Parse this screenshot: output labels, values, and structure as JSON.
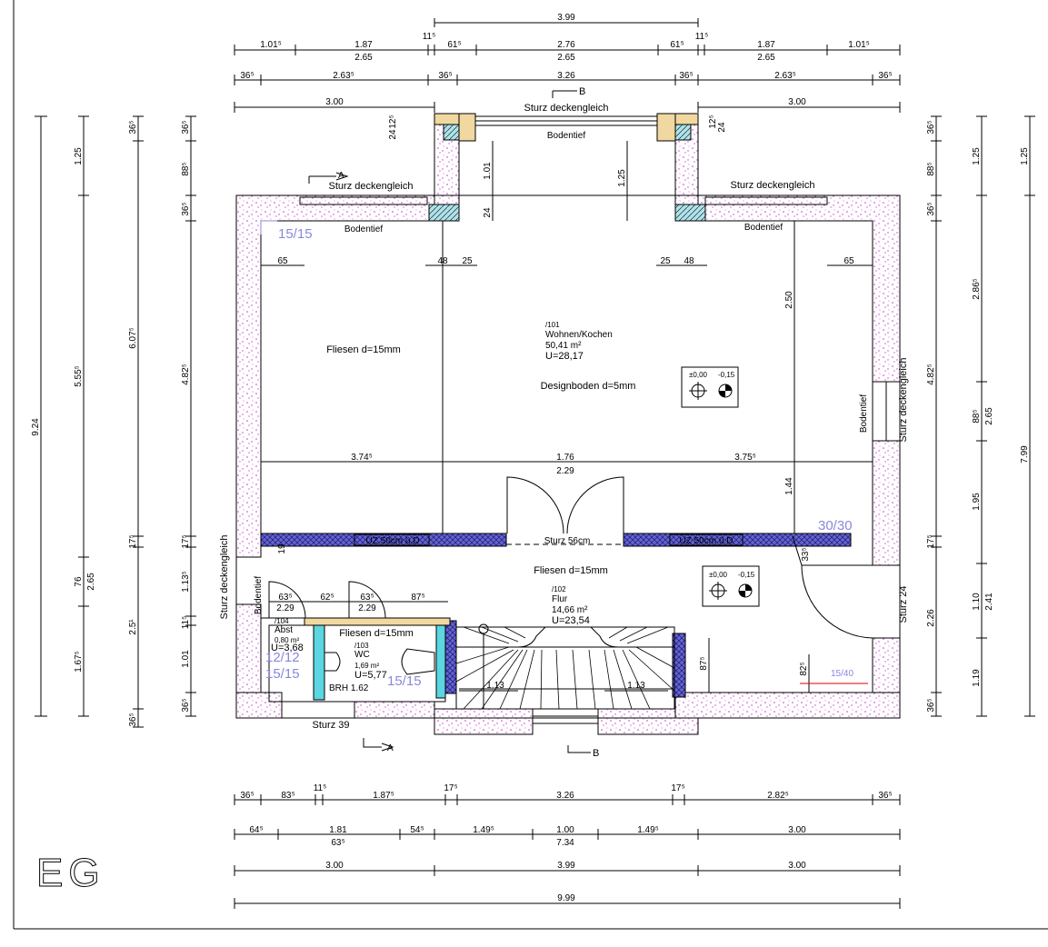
{
  "floor_label": "EG",
  "top_dims": {
    "row0": [
      "3.99"
    ],
    "row1": [
      "1.01⁵",
      "1.87",
      "11⁵",
      "61⁵",
      "2.76",
      "61⁵",
      "11⁵",
      "1.87",
      "1.01⁵"
    ],
    "row1_sub": [
      "2.65",
      "2.65",
      "2.65"
    ],
    "row2": [
      "36⁵",
      "2.63⁵",
      "36⁵",
      "3.26",
      "36⁵",
      "2.63⁵",
      "36⁵"
    ],
    "row3": [
      "3.00",
      "3.00"
    ]
  },
  "bottom_dims": {
    "row1": [
      "36⁵",
      "83⁵",
      "11⁵",
      "1.87⁵",
      "17⁵",
      "3.26",
      "17⁵",
      "2.82⁵",
      "36⁵"
    ],
    "row2": [
      "64⁵",
      "1.81",
      "63⁵",
      "54⁵",
      "1.49⁵",
      "1.00",
      "7.34",
      "1.49⁵",
      "3.00"
    ],
    "row3": [
      "3.00",
      "3.99",
      "3.00"
    ],
    "row4": [
      "9.99"
    ]
  },
  "left_dims": {
    "outer": "9.24",
    "col2": [
      "1.25",
      "5.55⁵",
      "76",
      "2.65",
      "1.67⁵"
    ],
    "col3": [
      "36⁵",
      "6.07⁵",
      "17⁵",
      "2.5¹",
      "36⁵"
    ],
    "col4": [
      "36⁵",
      "88⁵",
      "36⁵",
      "4.82⁵",
      "17⁵",
      "1.13⁵",
      "11⁵",
      "1.01",
      "36⁵"
    ]
  },
  "right_dims": {
    "col1": [
      "36⁵",
      "88⁵",
      "36⁵",
      "4.82⁵",
      "17⁵",
      "2.26",
      "36⁵"
    ],
    "col2": [
      "1.25",
      "2.86⁵",
      "88⁵",
      "2.65",
      "1.95",
      "1.10",
      "2.41",
      "1.19"
    ],
    "col3": [
      "1.25",
      "7.99"
    ]
  },
  "interior_dims": [
    "65",
    "48",
    "25",
    "25",
    "48",
    "65",
    "1.01",
    "1.25",
    "2.50",
    "1.44",
    "3.74⁵",
    "1.76",
    "2.29",
    "3.75⁵",
    "12⁵",
    "24",
    "12⁵",
    "24",
    "24",
    "63⁵",
    "2.29",
    "62⁵",
    "63⁵",
    "2.29",
    "87⁵",
    "19",
    "33⁵",
    "87⁵",
    "82⁵",
    "1.13",
    "1.13"
  ],
  "annotations": {
    "sturz_top": "Sturz deckengleich",
    "sturz_left": "Sturz deckengleich",
    "sturz_right": "Sturz deckengleich",
    "sturz_right_vert": "Sturz deckengleich",
    "sturz_left_vert": "Sturz deckengleich",
    "bodentief_top": "Bodentief",
    "bodentief_left": "Bodentief",
    "bodentief_right": "Bodentief",
    "bodentief_right_vert": "Bodentief",
    "bodentief_left_vert": "Bodentief",
    "fliesen_main": "Fliesen d=15mm",
    "designboden": "Designboden d=5mm",
    "fliesen_flur": "Fliesen d=15mm",
    "fliesen_wc": "Fliesen d=15mm",
    "uz_left": "ÜZ 50cm ü.D",
    "uz_right": "ÜZ 50cm ü.D",
    "sturz_56": "Sturz 56cm",
    "sturz_39": "Sturz 39",
    "sturz_24": "Sturz 24",
    "brh": "BRH 1.62",
    "section_a": "A",
    "section_b": "B"
  },
  "rooms": [
    {
      "num": "/101",
      "name": "Wohnen/Kochen",
      "area": "50,41 m²",
      "u": "U=28,17"
    },
    {
      "num": "/102",
      "name": "Flur",
      "area": "14,66 m²",
      "u": "U=23,54"
    },
    {
      "num": "/103",
      "name": "WC",
      "area": "1,69 m²",
      "u": "U=5,77"
    },
    {
      "num": "/104",
      "name": "Abst",
      "area": "0,80 m²",
      "u": "U=3,68"
    }
  ],
  "levels": {
    "a": "±0,00",
    "b": "-0,15"
  },
  "window_marks": [
    "15/15",
    "30/30",
    "12/12",
    "15/15",
    "15/15",
    "15/40"
  ],
  "colors": {
    "wall_speck": "#cc33cc",
    "insulation": "#3333aa",
    "tile": "#f0d8a0",
    "cyan": "#5cd6e0",
    "mark_blue": "#8888dd"
  }
}
